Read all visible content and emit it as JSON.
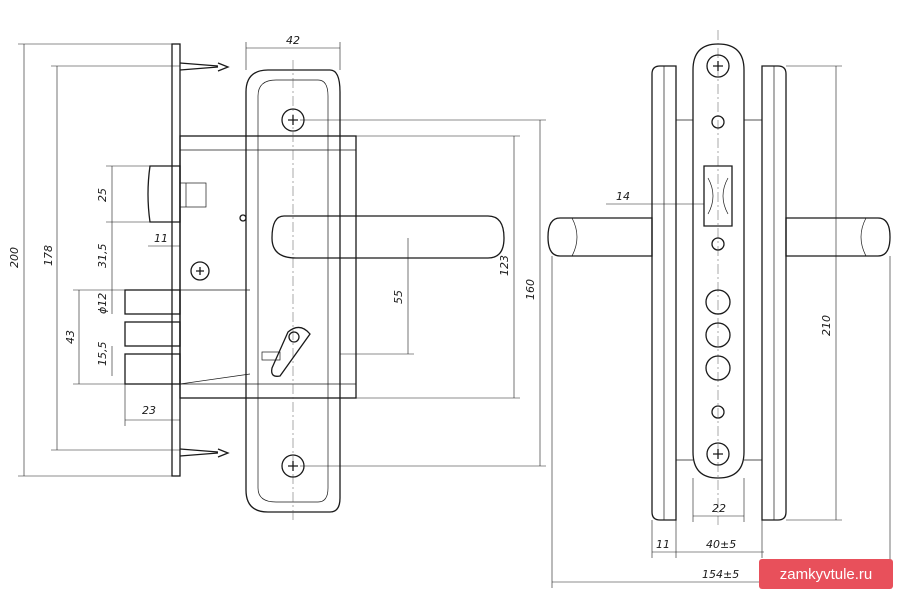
{
  "dimensions": {
    "d_42": "42",
    "d_200": "200",
    "d_178": "178",
    "d_25": "25",
    "d_11_left": "11",
    "d_31_5": "31,5",
    "d_phi12": "ϕ12",
    "d_43": "43",
    "d_15_5": "15,5",
    "d_23": "23",
    "d_55": "55",
    "d_123": "123",
    "d_160": "160",
    "d_14": "14",
    "d_210": "210",
    "d_22": "22",
    "d_11_right": "11",
    "d_40": "40±5",
    "d_154": "154±5"
  },
  "watermark": "zamkyvtule.ru",
  "colors": {
    "line": "#1a1a1a",
    "watermark_bg": "#e8505b",
    "watermark_text": "#ffffff"
  }
}
